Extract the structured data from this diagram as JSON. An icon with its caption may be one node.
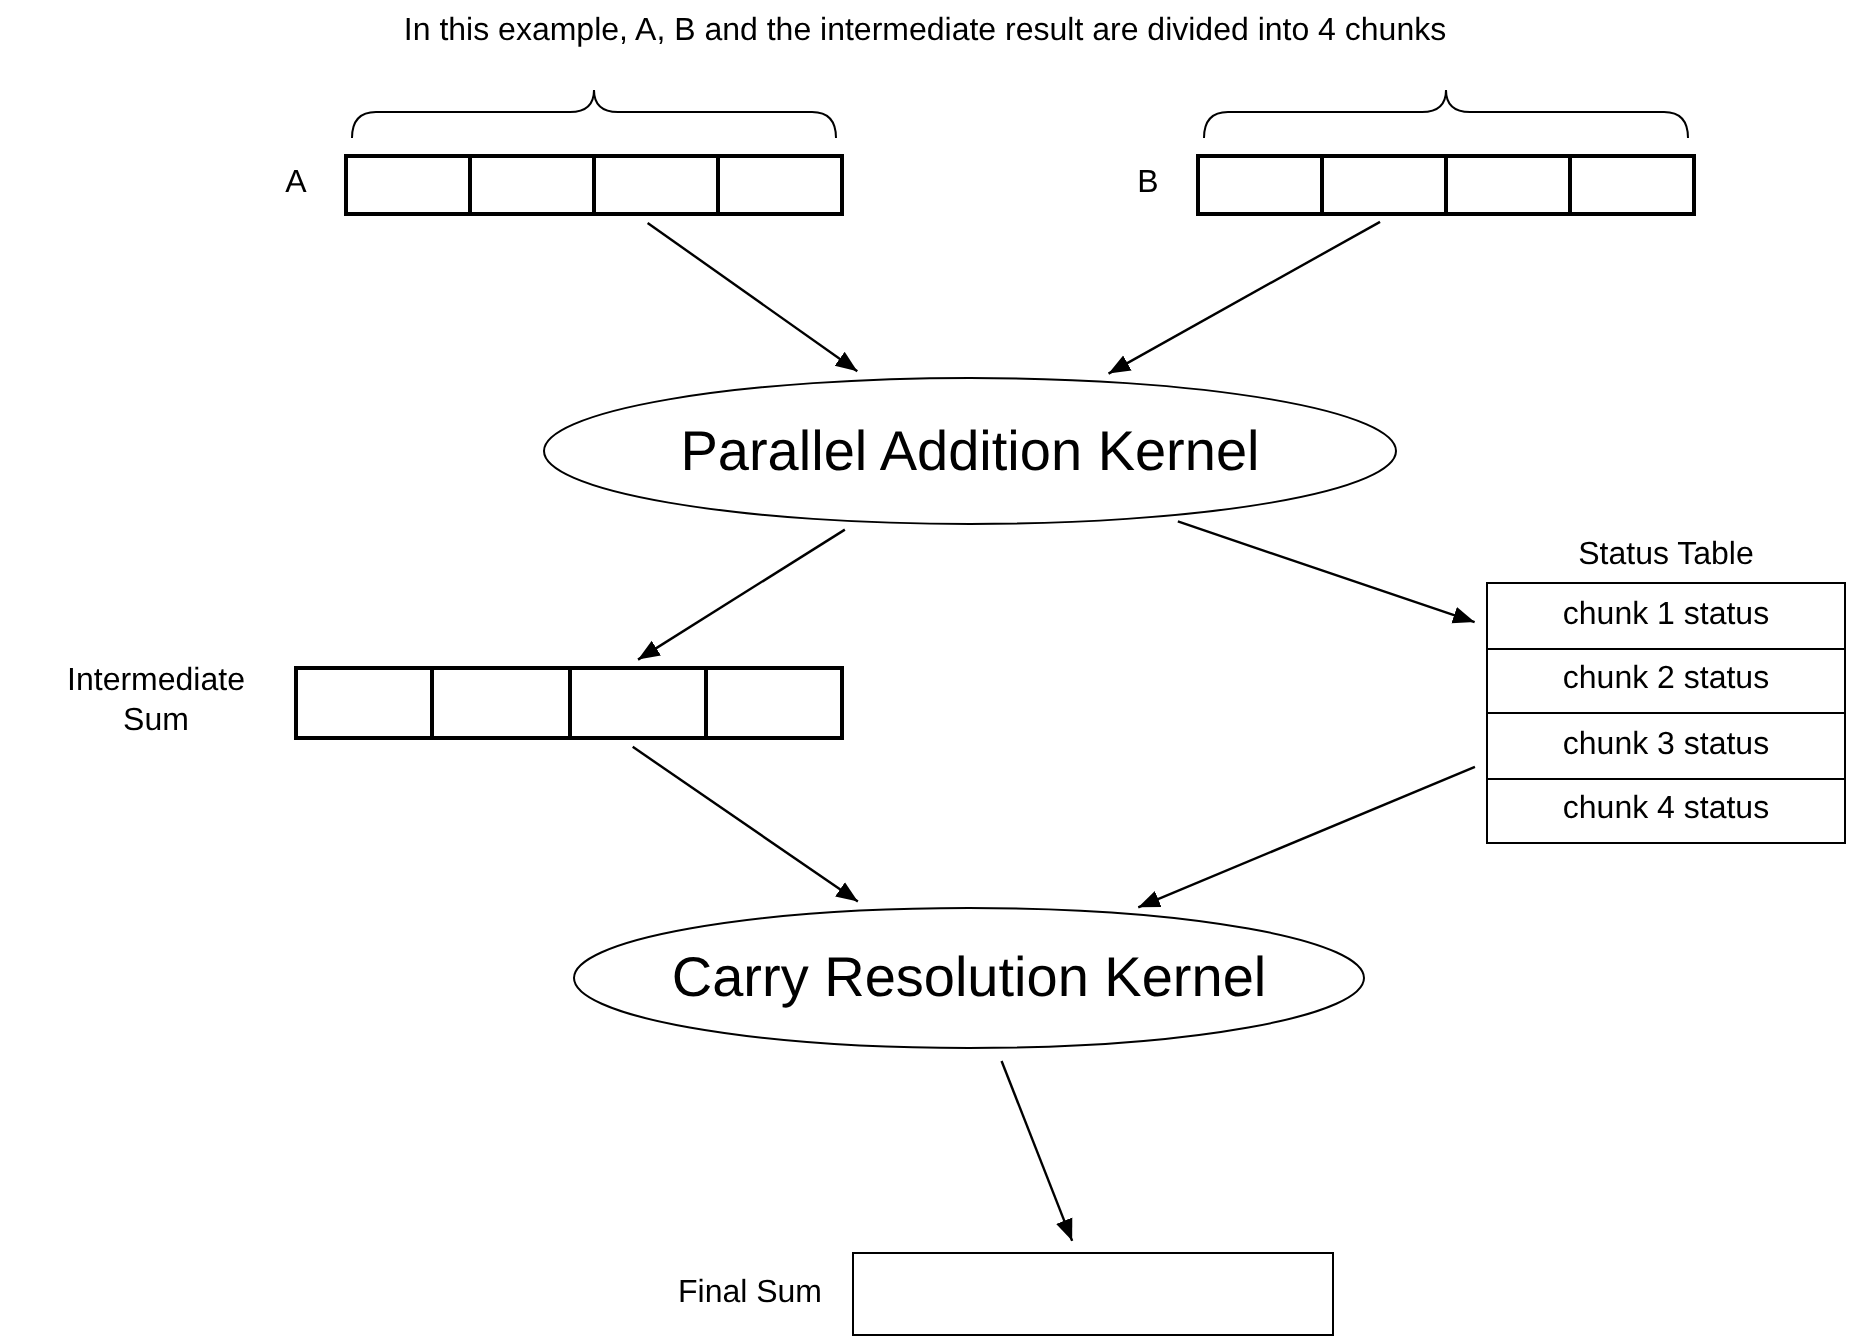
{
  "diagram": {
    "nodes": [
      {
        "text": [],
        "shape": "box",
        "beside": [
          "A"
        ]
      },
      {
        "text": [],
        "shape": "box",
        "in": 0
      },
      {
        "text": [],
        "shape": "box",
        "in": 0
      },
      {
        "text": [],
        "shape": "box",
        "in": 0
      },
      {
        "text": [],
        "shape": "box",
        "in": 0
      },
      {
        "text": [],
        "shape": "box",
        "beside": [
          "B"
        ]
      },
      {
        "text": [],
        "shape": "box",
        "in": 5
      },
      {
        "text": [],
        "shape": "box",
        "in": 5
      },
      {
        "text": [],
        "shape": "box",
        "in": 5
      },
      {
        "text": [],
        "shape": "box",
        "in": 5
      },
      {
        "text": [
          "Parallel Addition Kernel"
        ]
      },
      {
        "text": [],
        "shape": "box",
        "beside": [
          "Intermediate Sum"
        ]
      },
      {
        "text": [],
        "shape": "box",
        "in": 11
      },
      {
        "text": [],
        "shape": "box",
        "in": 11
      },
      {
        "text": [],
        "shape": "box",
        "in": 11
      },
      {
        "text": [],
        "shape": "box",
        "in": 11
      },
      {
        "text": [
          "Status Table"
        ]
      },
      {
        "text": [
          "chunk 1 status"
        ],
        "in": 16
      },
      {
        "text": [
          "chunk 2 status"
        ],
        "in": 16
      },
      {
        "text": [
          "chunk 3 status"
        ],
        "in": 16
      },
      {
        "text": [
          "chunk 4 status"
        ],
        "in": 16
      },
      {
        "text": [
          "Carry Resolution Kernel"
        ]
      },
      {
        "text": [],
        "shape": "box",
        "beside": [
          "Final Sum"
        ]
      }
    ],
    "edges": [
      {
        "from": 0,
        "to": 10,
        "arrow": "to"
      },
      {
        "from": 5,
        "to": 10,
        "arrow": "to"
      },
      {
        "from": 10,
        "to": 11,
        "arrow": "to"
      },
      {
        "from": 10,
        "to": 16,
        "arrow": "to"
      },
      {
        "from": 11,
        "to": 21,
        "arrow": "to"
      },
      {
        "from": 16,
        "to": 21,
        "arrow": "to"
      },
      {
        "from": 21,
        "to": 22,
        "arrow": "to"
      }
    ],
    "labels": [
      "In this example, A, B and the intermediate result are divided into 4 chunks"
    ]
  }
}
